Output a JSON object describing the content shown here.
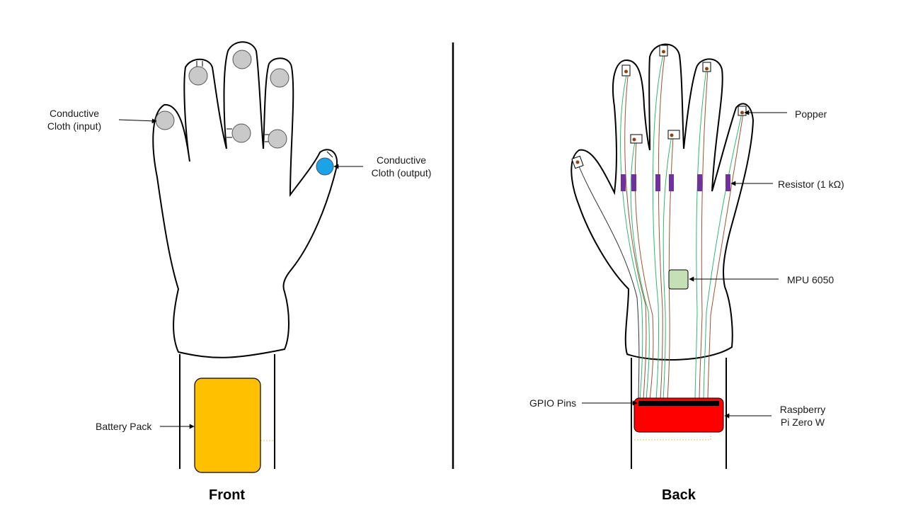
{
  "front": {
    "caption": "Front",
    "labels": {
      "conductive_input": "Conductive\nCloth (input)",
      "conductive_output": "Conductive\nCloth (output)",
      "battery_pack": "Battery Pack"
    }
  },
  "back": {
    "caption": "Back",
    "labels": {
      "popper": "Popper",
      "resistor": "Resistor (1 kΩ)",
      "mpu": "MPU 6050",
      "gpio": "GPIO Pins",
      "raspberry": "Raspberry\nPi Zero W"
    }
  },
  "colors": {
    "input_pad": "#c9c9c9",
    "output_pad": "#1aa3e8",
    "battery": "#ffc000",
    "resistor": "#7030a0",
    "mpu": "#c5e0b4",
    "raspberry": "#ff0000",
    "gpio": "#000000",
    "wire_green": "#2eb872",
    "wire_brown": "#a0522d"
  }
}
